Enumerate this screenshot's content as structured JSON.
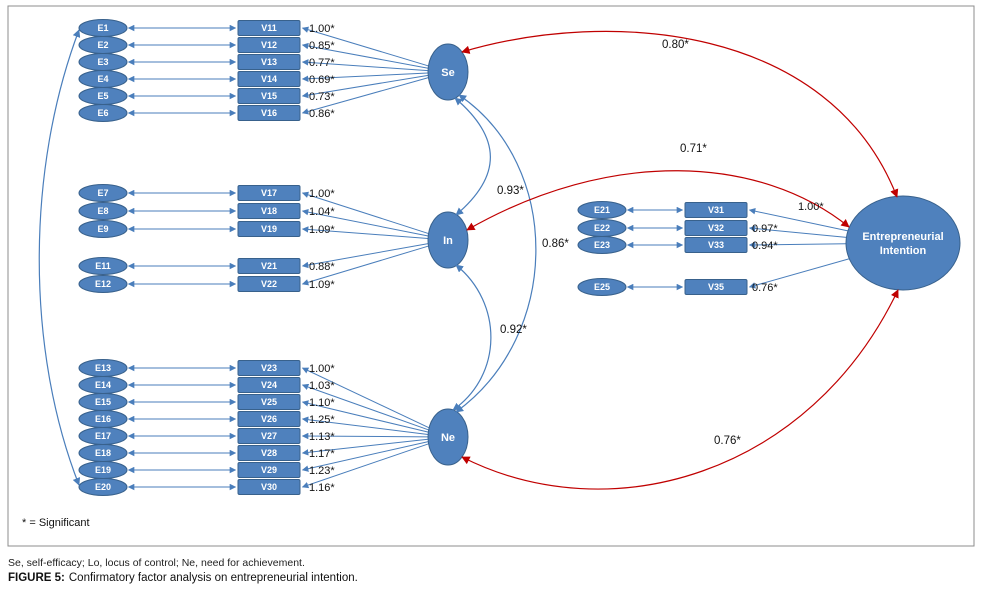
{
  "figure": {
    "note": "* = Significant",
    "footnote": "Se, self-efficacy; Lo, locus of control; Ne, need for achievement.",
    "caption_label": "FIGURE 5:",
    "caption_text": "Confirmatory factor analysis on entrepreneurial intention."
  },
  "colors": {
    "shape_fill": "#4f81bd",
    "shape_stroke": "#38618c",
    "blue": "#4a7ebb",
    "red": "#c00000"
  },
  "diagram": {
    "groups": [
      {
        "key": "Se",
        "latent": "Se",
        "errors": [
          "E1",
          "E2",
          "E3",
          "E4",
          "E5",
          "E6"
        ],
        "indicators": [
          "V11",
          "V12",
          "V13",
          "V14",
          "V15",
          "V16"
        ],
        "loadings": [
          "1.00*",
          "0.85*",
          "0.77*",
          "0.69*",
          "0.73*",
          "0.86*"
        ]
      },
      {
        "key": "In",
        "latent": "In",
        "errors": [
          "E7",
          "E8",
          "E9",
          "E11",
          "E12"
        ],
        "indicators": [
          "V17",
          "V18",
          "V19",
          "V21",
          "V22"
        ],
        "loadings": [
          "1.00*",
          "1.04*",
          "1.09*",
          "0.88*",
          "1.09*"
        ]
      },
      {
        "key": "Ne",
        "latent": "Ne",
        "errors": [
          "E13",
          "E14",
          "E15",
          "E16",
          "E17",
          "E18",
          "E19",
          "E20"
        ],
        "indicators": [
          "V23",
          "V24",
          "V25",
          "V26",
          "V27",
          "V28",
          "V29",
          "V30"
        ],
        "loadings": [
          "1.00*",
          "1.03*",
          "1.10*",
          "1.25*",
          "1.13*",
          "1.17*",
          "1.23*",
          "1.16*"
        ]
      },
      {
        "key": "EI",
        "latent": "Entrepreneurial Intention",
        "latent_lines": [
          "Entrepreneurial",
          "Intention"
        ],
        "errors": [
          "E21",
          "E22",
          "E23",
          "E25"
        ],
        "indicators": [
          "V31",
          "V32",
          "V33",
          "V35"
        ],
        "loadings": [
          "1.00*",
          "0.97*",
          "0.94*",
          "0.76*"
        ]
      }
    ],
    "links": [
      {
        "key": "Se-In",
        "label": "0.93*",
        "color": "blue"
      },
      {
        "key": "Se-Ne",
        "label": "0.86*",
        "color": "blue"
      },
      {
        "key": "In-Ne",
        "label": "0.92*",
        "color": "blue"
      },
      {
        "key": "E1-E20",
        "label": "",
        "color": "blue"
      },
      {
        "key": "Se-EI",
        "label": "0.80*",
        "color": "red"
      },
      {
        "key": "In-EI",
        "label": "0.71*",
        "color": "red"
      },
      {
        "key": "Ne-EI",
        "label": "0.76*",
        "color": "red"
      }
    ]
  }
}
